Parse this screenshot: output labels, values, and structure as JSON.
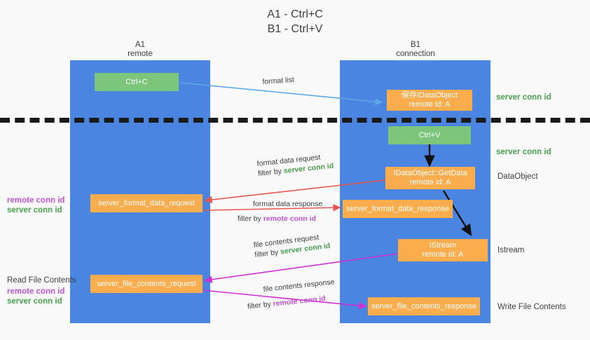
{
  "title": {
    "line1": "A1 - Ctrl+C",
    "line2": "B1 - Ctrl+V"
  },
  "colors": {
    "lane": "#4a86e1",
    "green_box": "#7cc67c",
    "orange_box": "#fbad4d",
    "server_conn_id": "#46a34a",
    "remote_conn_id": "#c154d6",
    "arrow_blue": "#5ba7e8",
    "arrow_red": "#e8554e",
    "arrow_magenta": "#d12fd1",
    "arrow_black": "#111111",
    "background": "#f9f9f9"
  },
  "columns": [
    {
      "name": "A1",
      "sub": "remote"
    },
    {
      "name": "B1",
      "sub": "connection"
    }
  ],
  "boxes": {
    "ctrl_c": "Ctrl+C",
    "ctrl_v": "Ctrl+V",
    "idataobject_title": "保存IDataObject",
    "idataobject_sub": "remote id: A",
    "getdata_title": "IDataObject::GetData",
    "getdata_sub": "remote id: A",
    "istream_title": "IStream",
    "istream_sub": "remote id: A",
    "server_format_data_request": "server_format_data_request",
    "server_format_data_response": "server_format_data_response",
    "server_file_contents_request": "server_file_contents_request",
    "server_file_contents_response": "server_file_contents_response"
  },
  "right_labels": {
    "server_conn_id_top": "server conn id",
    "server_conn_id_mid": "server conn id",
    "dataobject": "DataObject",
    "istream": "Istream",
    "write_file_contents": "Write File Contents"
  },
  "left_labels": {
    "remote_conn_id_1": "remote conn id",
    "server_conn_id_1": "server conn id",
    "read_file_contents": "Read File Contents",
    "remote_conn_id_2": "remote conn id",
    "server_conn_id_2": "server conn id"
  },
  "arrow_labels": {
    "format_list": "format list",
    "format_data_request": "format data request",
    "format_data_request_filter_prefix": "filter by ",
    "format_data_request_filter_value": "server conn id",
    "format_data_response": "format data response",
    "format_data_response_filter_prefix": "filter by ",
    "format_data_response_filter_value": "remote conn id",
    "file_contents_request": "file contents request",
    "file_contents_request_filter_prefix": "filter by ",
    "file_contents_request_filter_value": "server conn id",
    "file_contents_response": "file contents response",
    "file_contents_response_filter_prefix": "filter by ",
    "file_contents_response_filter_value": "remote conn id"
  }
}
